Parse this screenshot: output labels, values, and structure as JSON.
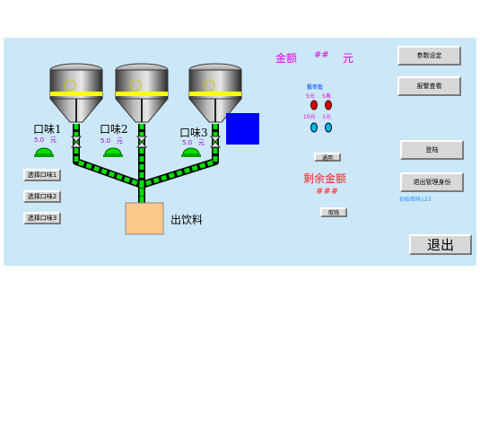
{
  "flavors": [
    {
      "label": "口味1",
      "price": "5.0",
      "unit": "元",
      "select_button": "选择口味1"
    },
    {
      "label": "口味2",
      "price": "5.0",
      "unit": "元",
      "select_button": "选择口味2"
    },
    {
      "label": "口味3",
      "price": "5.0",
      "unit": "元",
      "select_button": "选择口味3"
    }
  ],
  "outlet_label": "出饮料",
  "amount": {
    "label": "金额",
    "value": "##",
    "unit": "元"
  },
  "coins": {
    "title": "投币处",
    "labels": [
      "5元",
      "5角",
      "10元",
      "1元"
    ]
  },
  "confirm_button": "通用",
  "remaining": {
    "label": "剩余金额",
    "value": "###"
  },
  "withdraw_button": "取钱",
  "right_buttons": {
    "params": "参数设定",
    "alarm": "报警查看",
    "login": "登陆",
    "logout_admin": "退出管理身份",
    "initial_password": "初始密码123",
    "exit": "退出"
  },
  "colors": {
    "panel_bg": "#cce8f8",
    "pipe_green": "#00dd00",
    "tank_band": "#ffff00",
    "box_blue": "#0000ff",
    "outlet_fill": "#fcc88c"
  }
}
